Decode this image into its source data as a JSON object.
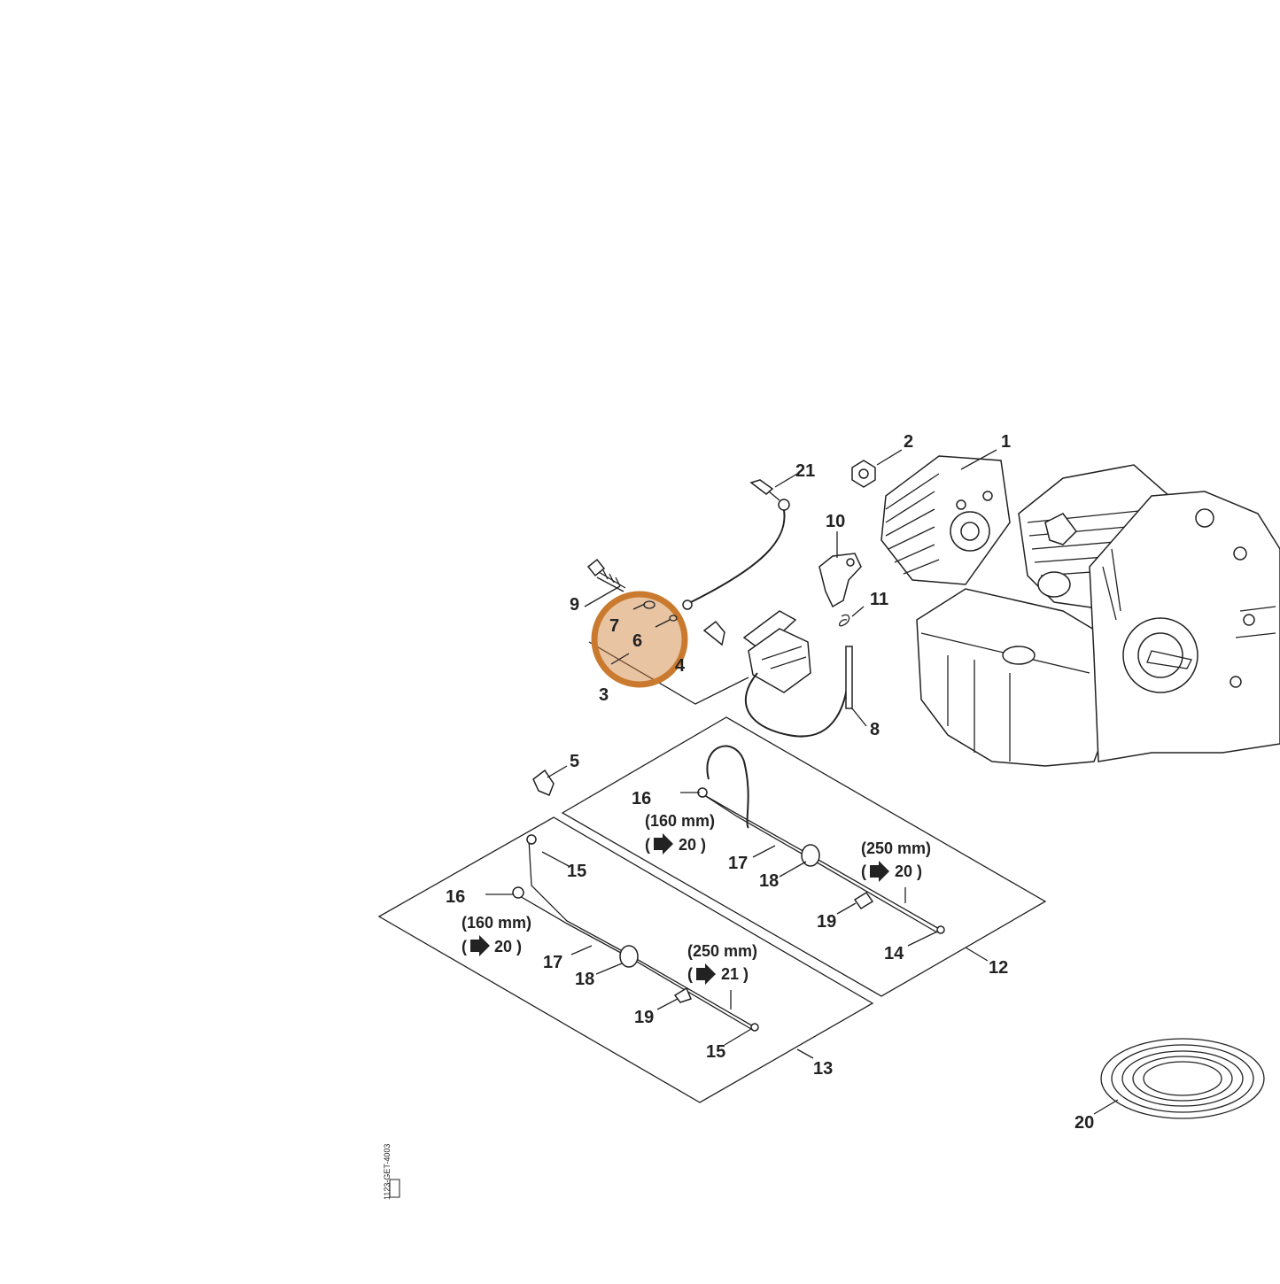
{
  "callouts": {
    "c1": "1",
    "c2": "2",
    "c3": "3",
    "c4": "4",
    "c5": "5",
    "c6": "6",
    "c7": "7",
    "c8": "8",
    "c9": "9",
    "c10": "10",
    "c11": "11",
    "c12": "12",
    "c13": "13",
    "c14": "14",
    "c15a": "15",
    "c15b": "15",
    "c16a": "16",
    "c16b": "16",
    "c17a": "17",
    "c17b": "17",
    "c18a": "18",
    "c18b": "18",
    "c19a": "19",
    "c19b": "19",
    "c20": "20",
    "c21": "21"
  },
  "notes": {
    "kit12_short_len": "(160 mm)",
    "kit12_short_ref": "20 )",
    "kit12_long_len": "(250 mm)",
    "kit12_long_ref": "20 )",
    "kit13_short_len": "(160 mm)",
    "kit13_short_ref": "20 )",
    "kit13_long_len": "(250 mm)",
    "kit13_long_ref": "21 )",
    "paren_open": "("
  },
  "highlight": {
    "color": "#c97a2e",
    "fill": "rgba(205,125,50,0.45)"
  },
  "reference_code": "1123-GET-4003",
  "icons": [
    "arrow-right-icon"
  ]
}
